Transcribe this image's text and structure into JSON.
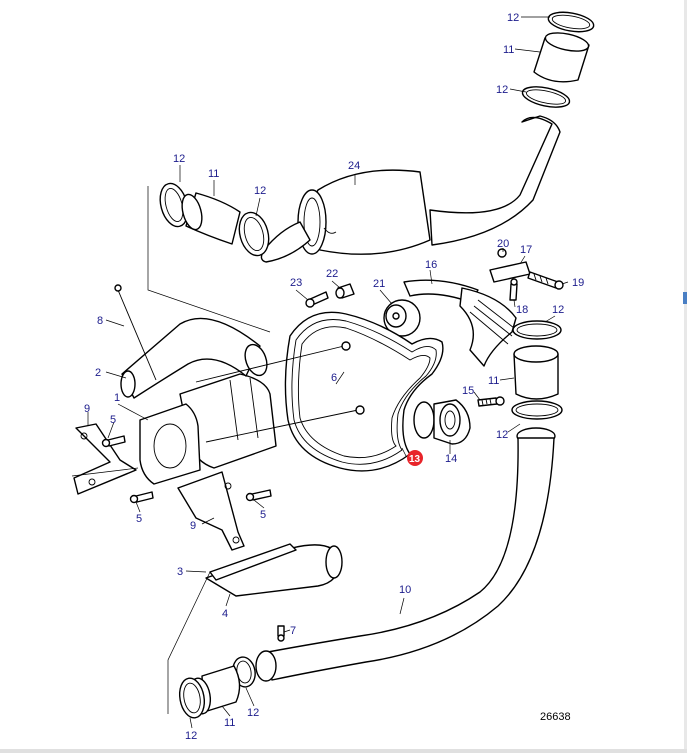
{
  "drawing": {
    "id": "26638",
    "highlighted_part": "13",
    "highlight_color": "#e8242a",
    "callout_color": "#1c1c8c"
  },
  "callouts": {
    "c12_top": "12",
    "c11_top": "11",
    "c12_top2": "12",
    "c24": "24",
    "c12_left": "12",
    "c11_left": "11",
    "c12_left2": "12",
    "c20": "20",
    "c17": "17",
    "c16": "16",
    "c19": "19",
    "c23": "23",
    "c22": "22",
    "c21": "21",
    "c18": "18",
    "c12_right": "12",
    "c8": "8",
    "c2": "2",
    "c1": "1",
    "c6": "6",
    "c15": "15",
    "c11_right": "11",
    "c9_top": "9",
    "c5_left": "5",
    "c12_right2": "12",
    "c13": "13",
    "c14": "14",
    "c5_bottom": "5",
    "c5_right": "5",
    "c9_bottom": "9",
    "c3": "3",
    "c10": "10",
    "c4": "4",
    "c7": "7",
    "c11_bottom": "11",
    "c12_bottom": "12",
    "c12_bottom2": "12"
  }
}
